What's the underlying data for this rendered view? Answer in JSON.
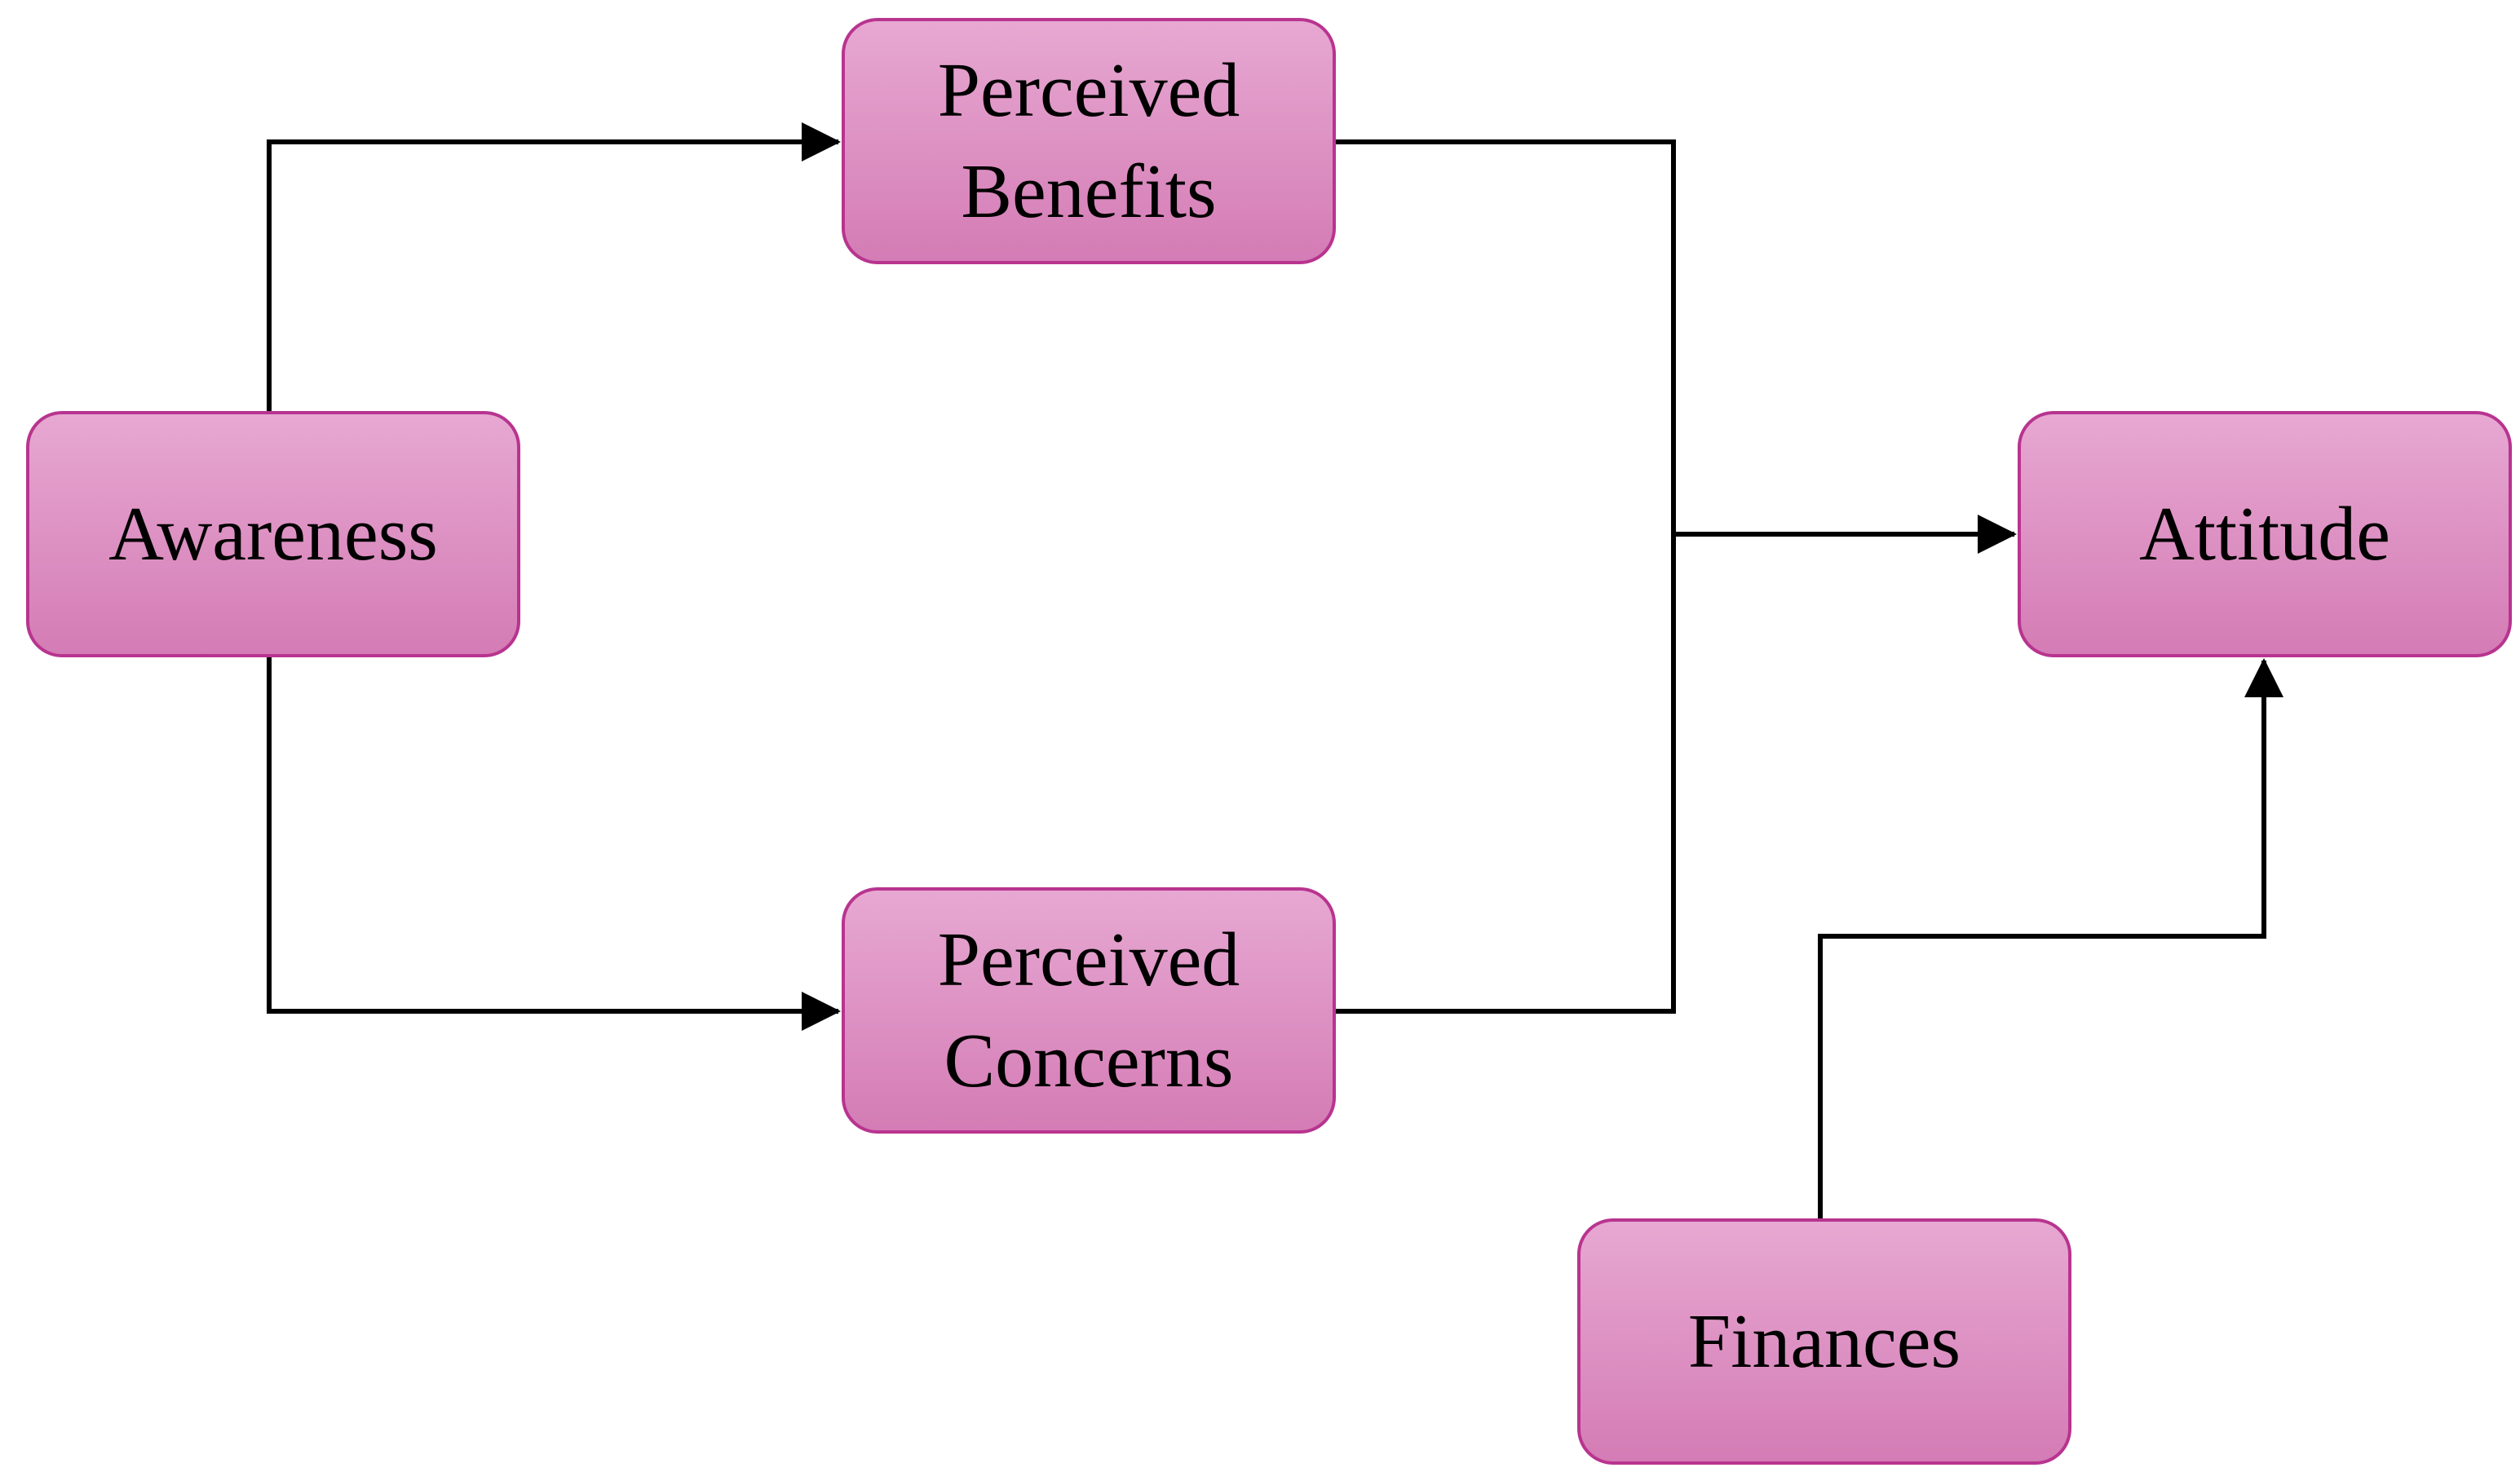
{
  "nodes": {
    "awareness": {
      "label": "Awareness"
    },
    "perceived_benefits": {
      "label": "Perceived\nBenefits"
    },
    "perceived_concerns": {
      "label": "Perceived\nConcerns"
    },
    "attitude": {
      "label": "Attitude"
    },
    "finances": {
      "label": "Finances"
    }
  },
  "edges": [
    {
      "from": "awareness",
      "to": "perceived_benefits"
    },
    {
      "from": "awareness",
      "to": "perceived_concerns"
    },
    {
      "from": "perceived_benefits",
      "to": "attitude"
    },
    {
      "from": "perceived_concerns",
      "to": "attitude"
    },
    {
      "from": "finances",
      "to": "attitude"
    }
  ],
  "colors": {
    "node_fill_top": "#e7a8d2",
    "node_fill_bottom": "#d47cb5",
    "node_border": "#b8348f",
    "connector": "#000000",
    "text": "#000000"
  }
}
